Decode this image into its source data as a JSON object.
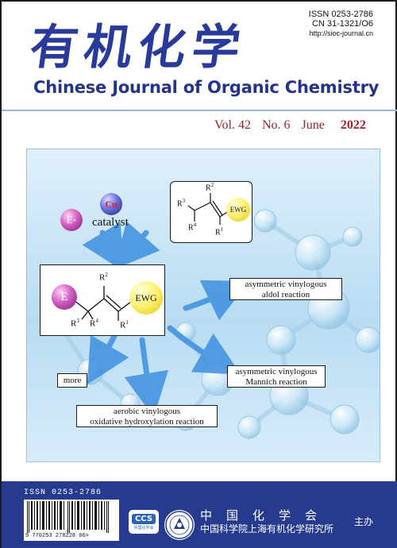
{
  "header": {
    "issn": "ISSN 0253-2786",
    "cn": "CN 31-1321/O6",
    "website": "http://sioc-journal.cn",
    "title_cn": "有机化学",
    "title_en": "Chinese Journal of Organic Chemistry"
  },
  "issue": {
    "volume": "Vol. 42",
    "number": "No. 6",
    "month": "June",
    "year": "2022"
  },
  "graphic": {
    "electrophile": "E",
    "electrophile_charge": "+",
    "catalyst_metal": "Cu",
    "catalyst_label": "catalyst",
    "substrate_ewg": "EWG",
    "substrate_r1": "R",
    "substrate_r1_sup": "1",
    "substrate_r2": "R",
    "substrate_r2_sup": "2",
    "substrate_r3": "R",
    "substrate_r3_sup": "3",
    "substrate_r4": "R",
    "substrate_r4_sup": "4",
    "product_e": "E",
    "product_ewg": "EWG",
    "product_r1": "R",
    "product_r1_sup": "1",
    "product_r2": "R",
    "product_r2_sup": "2",
    "product_r3": "R",
    "product_r3_sup": "3",
    "product_r4": "R",
    "product_r4_sup": "4",
    "reactions": {
      "aldol_l1": "asymmetric vinylogous",
      "aldol_l2": "aldol reaction",
      "mannich_l1": "asymmetric vinylogous",
      "mannich_l2": "Mannich reaction",
      "more": "more",
      "oxidative_l1": "aerobic vinylogous",
      "oxidative_l2": "oxidative hydroxylation reaction"
    }
  },
  "footer": {
    "issn": "ISSN 0253-2786",
    "barcode_digits": "9 770253 278228  06>",
    "ccs_logo_text": "CCS",
    "ccs_logo_sub": "中国化学会",
    "sponsor_line1": "中国化学会",
    "sponsor_line2": "中国科学院上海有机化学研究所",
    "sponsor_suffix": "主办"
  },
  "colors": {
    "title_blue": "#2a3a9a",
    "issue_red": "#a31d26",
    "band_blue": "#263b8e",
    "arrow_blue": "#3d8fe0"
  }
}
